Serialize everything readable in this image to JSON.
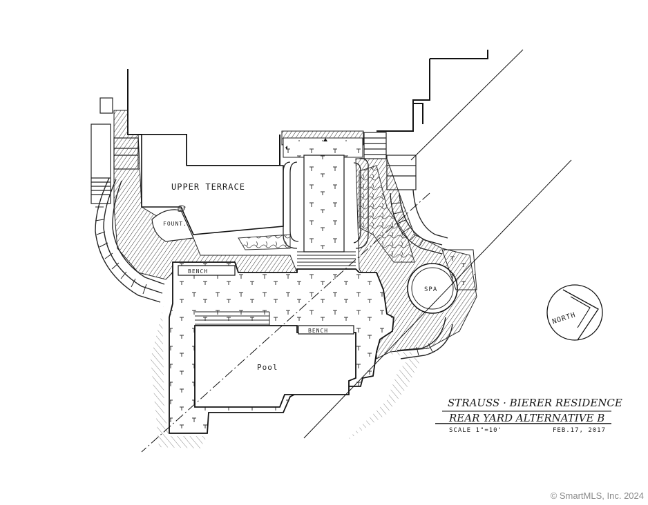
{
  "plan": {
    "upper_terrace_label": "UPPER TERRACE",
    "fount_label": "FOUNT.",
    "bench_label_top": "BENCH",
    "bench_label_pool": "BENCH",
    "spa_label": "SPA",
    "pool_label": "Pool",
    "north_label": "NORTH"
  },
  "title_block": {
    "project": "STRAUSS · BIERER RESIDENCE",
    "subtitle": "REAR YARD ALTERNATIVE B",
    "scale": "SCALE 1\"=10'",
    "date": "FEB.17, 2017"
  },
  "footer": {
    "copyright": "© SmartMLS, Inc. 2024"
  }
}
